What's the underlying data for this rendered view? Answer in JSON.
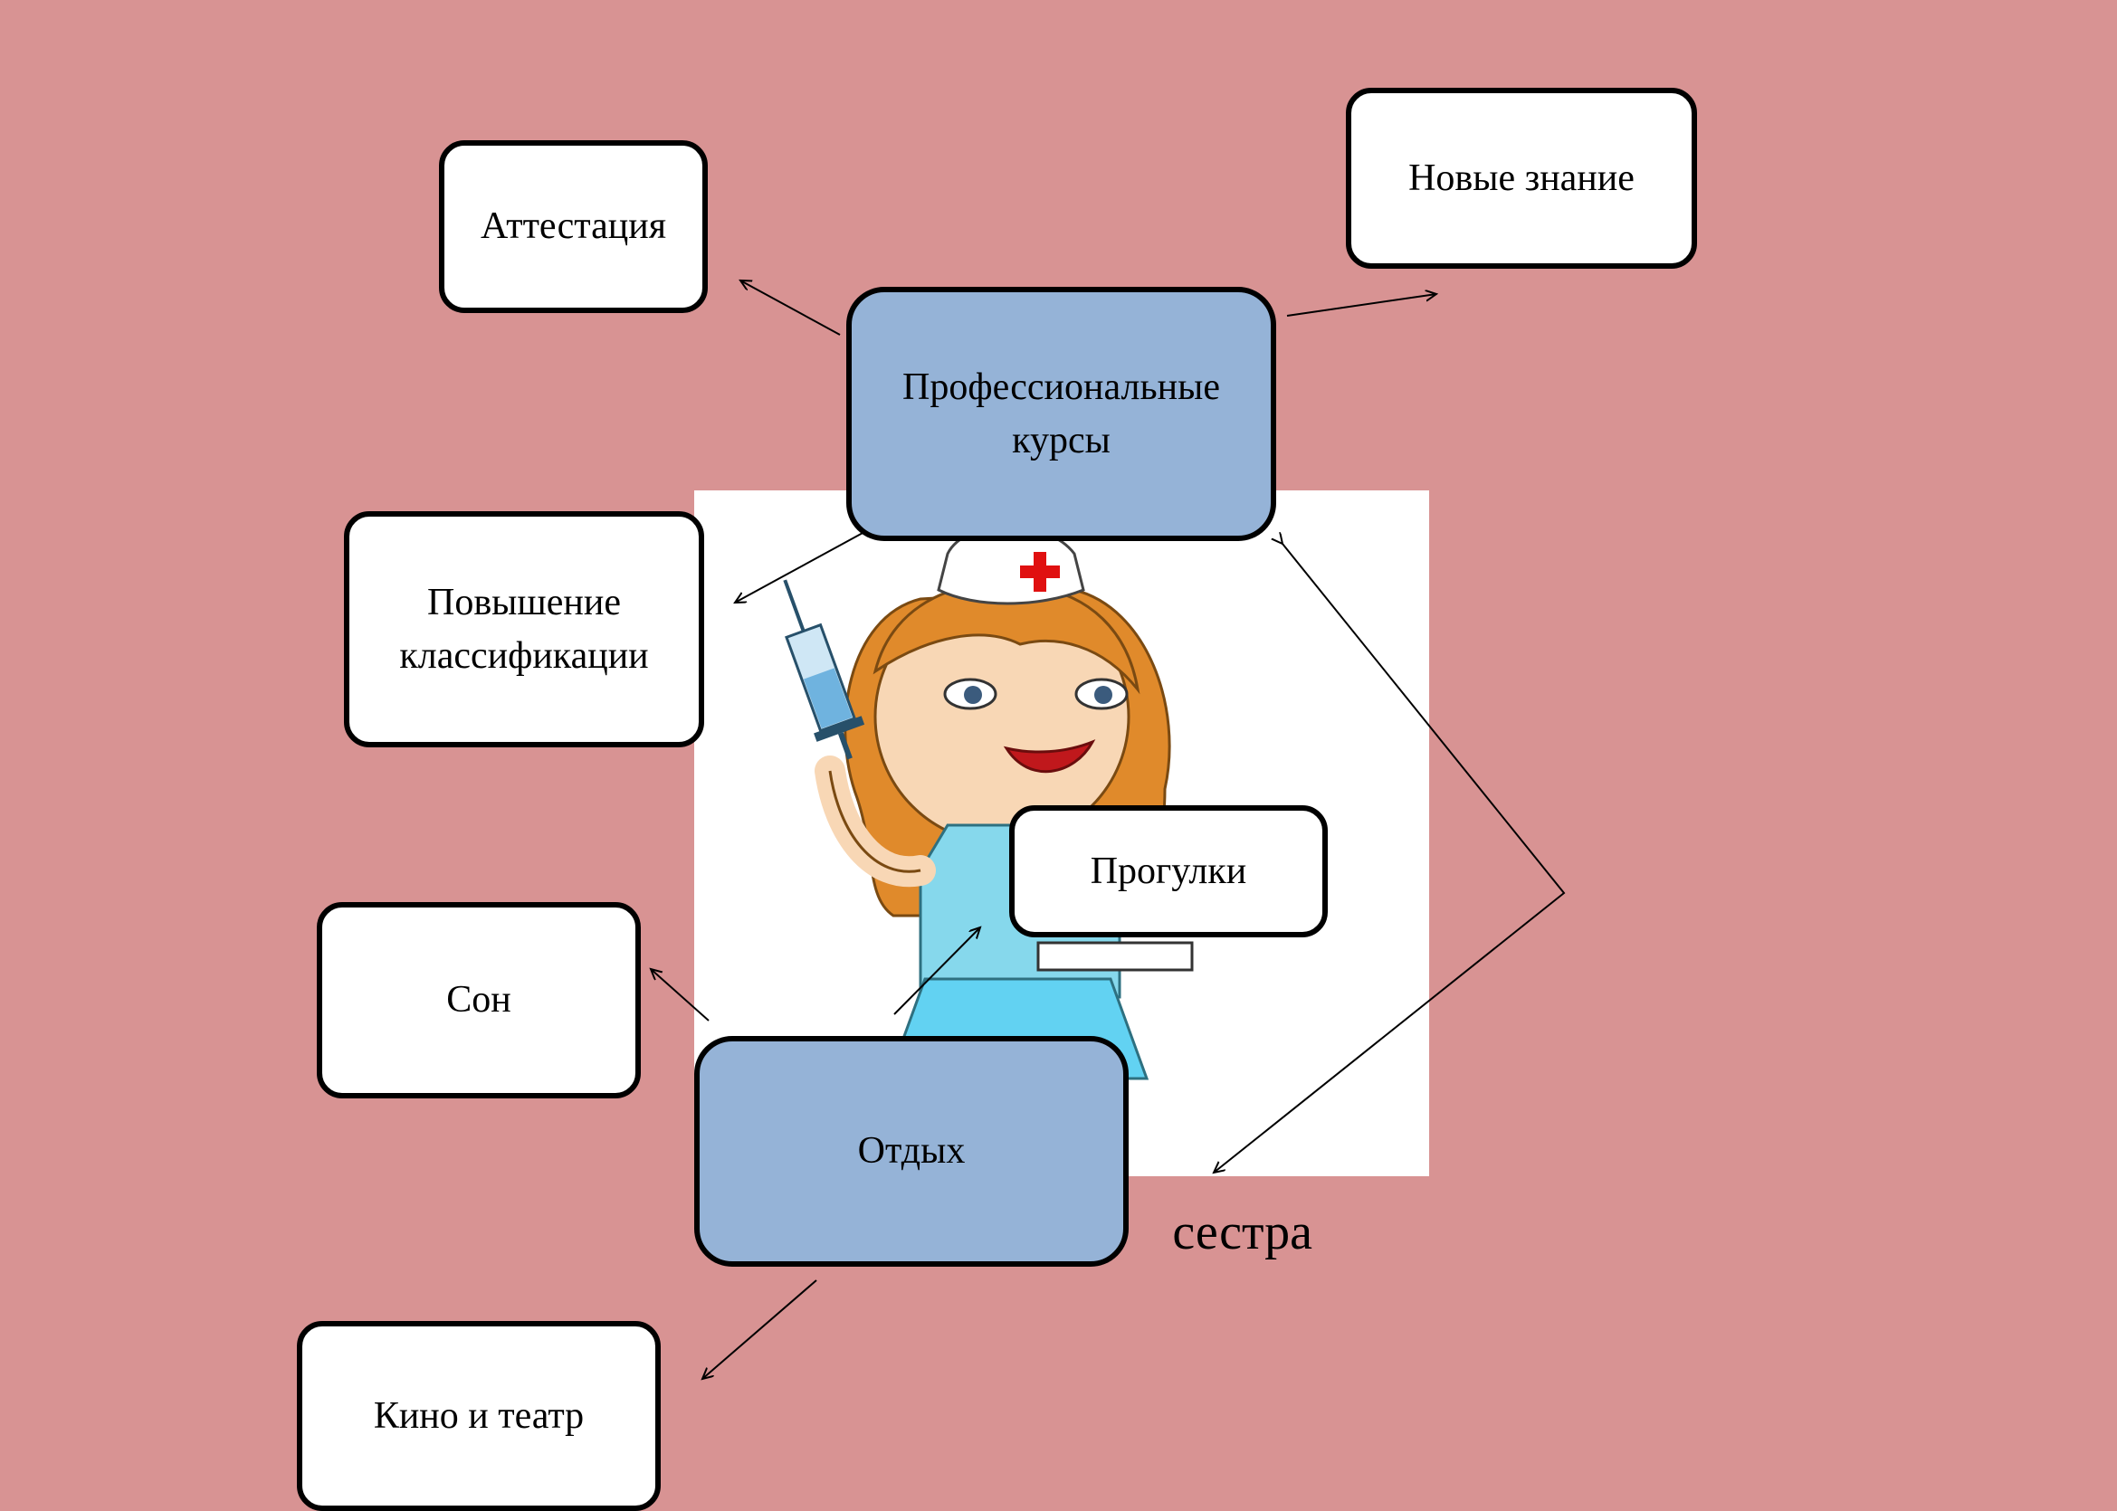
{
  "diagram": {
    "hubs": {
      "courses": "Профессиональные\nкурсы",
      "rest": "Отдых"
    },
    "nodes": {
      "attestation": "Аттестация",
      "new_knowledge": "Новые знание",
      "qualification": "Повышение\nклассификации",
      "walks": "Прогулки",
      "sleep": "Сон",
      "cinema_theatre": "Кино и театр"
    },
    "caption_visible": "сестра"
  },
  "colors": {
    "background": "#d89393",
    "hub_fill": "#95b3d7",
    "node_fill": "#ffffff",
    "stroke": "#000000"
  },
  "picture": {
    "subject": "nurse-with-syringe-illustration"
  }
}
